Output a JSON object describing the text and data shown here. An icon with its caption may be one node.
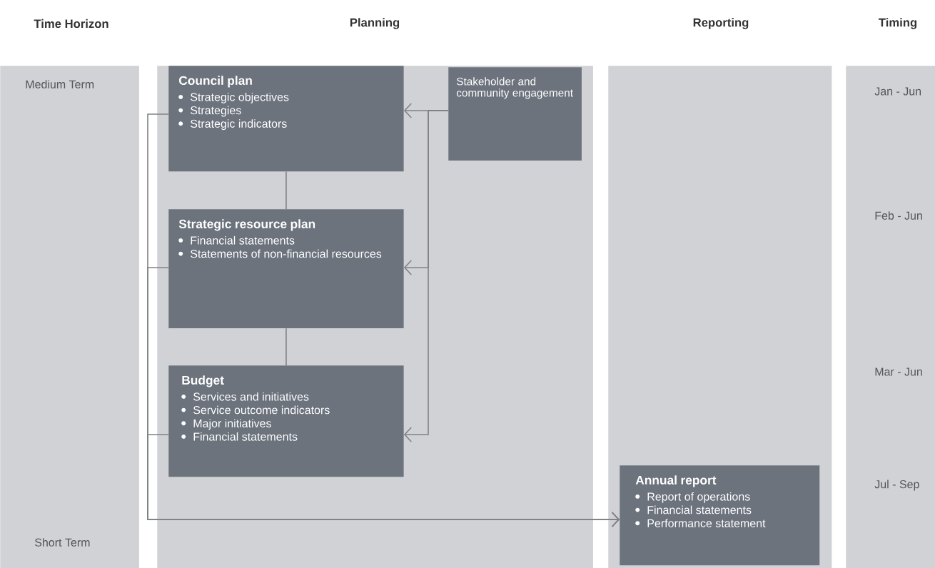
{
  "diagram": {
    "nodes": [
      {
        "text": [
          "Time Horizon",
          "Medium Term",
          "Short Term"
        ]
      },
      {
        "text": [
          "Planning"
        ]
      },
      {
        "text": [
          "Council plan",
          "Strategic objectives",
          "Strategies",
          "Strategic indicators"
        ],
        "in": 1
      },
      {
        "text": [
          "Stakeholder and community engagement"
        ],
        "in": 1
      },
      {
        "text": [
          "Strategic resource plan",
          "Financial statements",
          "Statements of non-financial resources"
        ],
        "in": 1
      },
      {
        "text": [
          "Budget",
          "Services and initiatives",
          "Service outcome indicators",
          "Major initiatives",
          "Financial statements"
        ],
        "in": 1
      },
      {
        "text": [
          "Reporting"
        ]
      },
      {
        "text": [
          "Annual report",
          "Report of operations",
          "Financial statements",
          "Performance statement"
        ],
        "in": 6
      },
      {
        "text": [
          "Timing",
          "Jan - Jun",
          "Feb - Jun",
          "Mar - Jun",
          "Jul - Sep"
        ]
      }
    ],
    "edges": [
      {
        "from": 2,
        "to": 4,
        "arrow": "none"
      },
      {
        "from": 4,
        "to": 5,
        "arrow": "none"
      },
      {
        "from": 3,
        "to": 2,
        "arrow": "to"
      },
      {
        "from": 3,
        "to": 4,
        "arrow": "to"
      },
      {
        "from": 3,
        "to": 5,
        "arrow": "to"
      },
      {
        "from": 2,
        "to": 7,
        "arrow": "to"
      },
      {
        "from": 4,
        "to": 7,
        "arrow": "to"
      },
      {
        "from": 5,
        "to": 7,
        "arrow": "to"
      }
    ]
  }
}
